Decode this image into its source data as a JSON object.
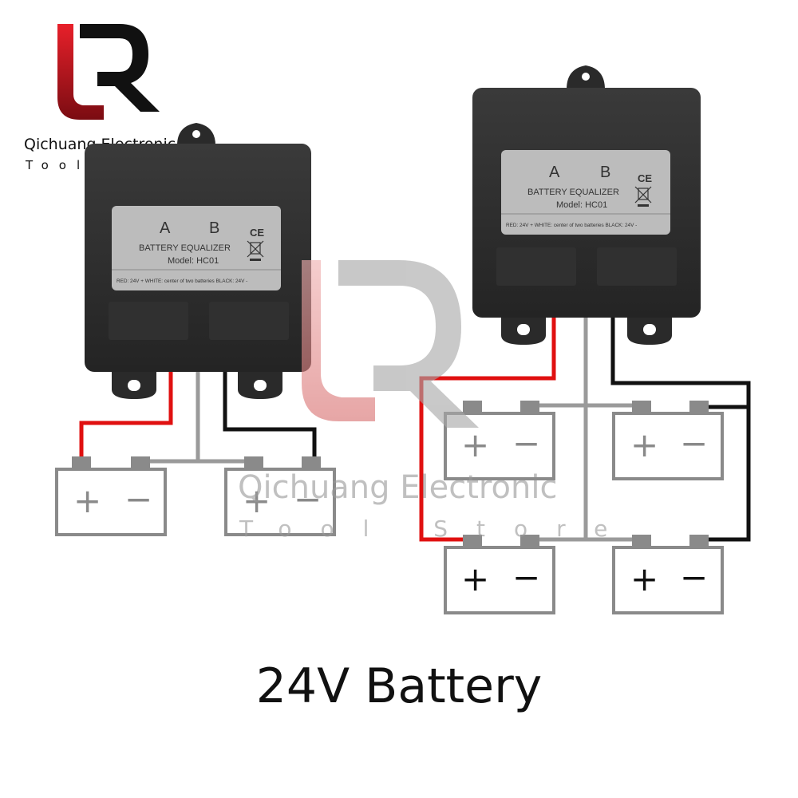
{
  "brand": {
    "name": "Qichuang Electronic",
    "tagline": "Tool Store"
  },
  "watermark": {
    "name": "Qichuang Electronic",
    "tagline": "Tool Store"
  },
  "device": {
    "terminal_a": "A",
    "terminal_b": "B",
    "product": "BATTERY EQUALIZER",
    "model": "Model: HC01",
    "ce_mark": "CE",
    "wiring_note": "RED: 24V +  WHITE: center of two batteries  BLACK: 24V -"
  },
  "battery": {
    "plus": "+",
    "minus": "−"
  },
  "caption": "24V Battery",
  "colors": {
    "wire_positive": "#e01010",
    "wire_center": "#9a9a9a",
    "wire_negative": "#111111",
    "battery_outline": "#8a8a8a",
    "logo_red": "#c0141c",
    "logo_dark": "#111111",
    "device_body": "#2b2b2b"
  }
}
